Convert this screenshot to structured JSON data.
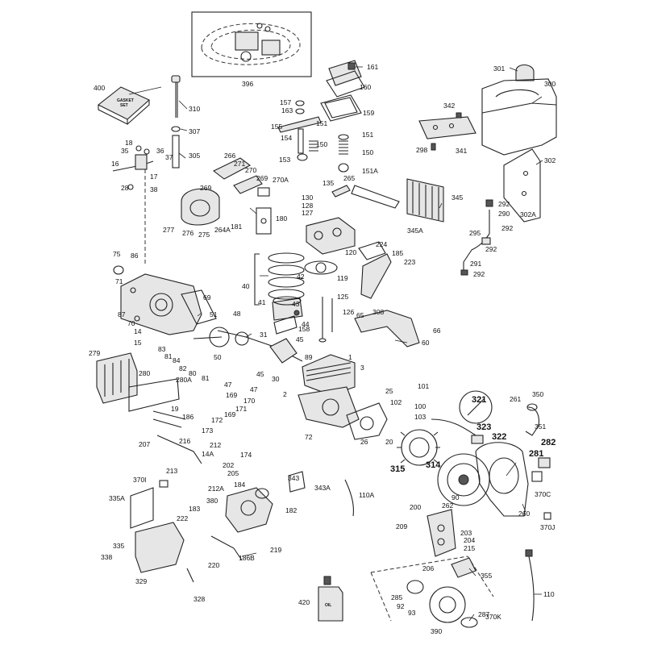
{
  "inset_label": "396",
  "box_texts": {
    "gasket_line1": "GASKET",
    "gasket_line2": "SET",
    "oil": "OIL"
  },
  "labels": [
    {
      "id": "l400",
      "text": "400"
    },
    {
      "id": "l310",
      "text": "310"
    },
    {
      "id": "l307",
      "text": "307"
    },
    {
      "id": "l305",
      "text": "305"
    },
    {
      "id": "l18",
      "text": "18"
    },
    {
      "id": "l35",
      "text": "35"
    },
    {
      "id": "l36",
      "text": "36"
    },
    {
      "id": "l37",
      "text": "37"
    },
    {
      "id": "l16",
      "text": "16"
    },
    {
      "id": "l17",
      "text": "17"
    },
    {
      "id": "l28",
      "text": "28"
    },
    {
      "id": "l38",
      "text": "38"
    },
    {
      "id": "l161",
      "text": "161"
    },
    {
      "id": "l160",
      "text": "160"
    },
    {
      "id": "l157",
      "text": "157"
    },
    {
      "id": "l163",
      "text": "163"
    },
    {
      "id": "l159",
      "text": "159"
    },
    {
      "id": "l155",
      "text": "155"
    },
    {
      "id": "l151a",
      "text": "151"
    },
    {
      "id": "l151b",
      "text": "151"
    },
    {
      "id": "l154",
      "text": "154"
    },
    {
      "id": "l150a",
      "text": "150"
    },
    {
      "id": "l150b",
      "text": "150"
    },
    {
      "id": "l153",
      "text": "153"
    },
    {
      "id": "l151A",
      "text": "151A"
    },
    {
      "id": "l301",
      "text": "301"
    },
    {
      "id": "l300",
      "text": "300"
    },
    {
      "id": "l342",
      "text": "342"
    },
    {
      "id": "l298",
      "text": "298"
    },
    {
      "id": "l341",
      "text": "341"
    },
    {
      "id": "l302",
      "text": "302"
    },
    {
      "id": "l266",
      "text": "266"
    },
    {
      "id": "l271",
      "text": "271"
    },
    {
      "id": "l270",
      "text": "270"
    },
    {
      "id": "l269a",
      "text": "269"
    },
    {
      "id": "l269b",
      "text": "269"
    },
    {
      "id": "l270A",
      "text": "270A"
    },
    {
      "id": "l265",
      "text": "265"
    },
    {
      "id": "l135",
      "text": "135"
    },
    {
      "id": "l345",
      "text": "345"
    },
    {
      "id": "l130",
      "text": "130"
    },
    {
      "id": "l128",
      "text": "128"
    },
    {
      "id": "l127",
      "text": "127"
    },
    {
      "id": "l292a",
      "text": "292"
    },
    {
      "id": "l290",
      "text": "290"
    },
    {
      "id": "l302A",
      "text": "302A"
    },
    {
      "id": "l277",
      "text": "277"
    },
    {
      "id": "l276",
      "text": "276"
    },
    {
      "id": "l275",
      "text": "275"
    },
    {
      "id": "l264A",
      "text": "264A"
    },
    {
      "id": "l181",
      "text": "181"
    },
    {
      "id": "l180",
      "text": "180"
    },
    {
      "id": "l345A",
      "text": "345A"
    },
    {
      "id": "l292b",
      "text": "292"
    },
    {
      "id": "l295",
      "text": "295"
    },
    {
      "id": "l292c",
      "text": "292"
    },
    {
      "id": "l75",
      "text": "75"
    },
    {
      "id": "l86",
      "text": "86"
    },
    {
      "id": "l71",
      "text": "71"
    },
    {
      "id": "l120",
      "text": "120"
    },
    {
      "id": "l224",
      "text": "224"
    },
    {
      "id": "l185",
      "text": "185"
    },
    {
      "id": "l223",
      "text": "223"
    },
    {
      "id": "l291",
      "text": "291"
    },
    {
      "id": "l292d",
      "text": "292"
    },
    {
      "id": "l40",
      "text": "40"
    },
    {
      "id": "l42",
      "text": "42"
    },
    {
      "id": "l119",
      "text": "119"
    },
    {
      "id": "l69",
      "text": "69"
    },
    {
      "id": "l87",
      "text": "87"
    },
    {
      "id": "l41",
      "text": "41"
    },
    {
      "id": "l43",
      "text": "43"
    },
    {
      "id": "l125",
      "text": "125"
    },
    {
      "id": "l126",
      "text": "126"
    },
    {
      "id": "l308",
      "text": "308"
    },
    {
      "id": "l65",
      "text": "65"
    },
    {
      "id": "l51",
      "text": "51"
    },
    {
      "id": "l48",
      "text": "48"
    },
    {
      "id": "l70",
      "text": "70"
    },
    {
      "id": "l14",
      "text": "14"
    },
    {
      "id": "l158",
      "text": "158"
    },
    {
      "id": "l66",
      "text": "66"
    },
    {
      "id": "l15",
      "text": "15"
    },
    {
      "id": "l31",
      "text": "31"
    },
    {
      "id": "l44",
      "text": "44"
    },
    {
      "id": "l45a",
      "text": "45"
    },
    {
      "id": "l60",
      "text": "60"
    },
    {
      "id": "l83",
      "text": "83"
    },
    {
      "id": "l81a",
      "text": "81"
    },
    {
      "id": "l84",
      "text": "84"
    },
    {
      "id": "l50",
      "text": "50"
    },
    {
      "id": "l279",
      "text": "279"
    },
    {
      "id": "l89",
      "text": "89"
    },
    {
      "id": "l1",
      "text": "1"
    },
    {
      "id": "l82",
      "text": "82"
    },
    {
      "id": "l80",
      "text": "80"
    },
    {
      "id": "l81b",
      "text": "81"
    },
    {
      "id": "l30",
      "text": "30"
    },
    {
      "id": "l45b",
      "text": "45"
    },
    {
      "id": "l3",
      "text": "3"
    },
    {
      "id": "l280",
      "text": "280"
    },
    {
      "id": "l280A",
      "text": "280A"
    },
    {
      "id": "l47a",
      "text": "47"
    },
    {
      "id": "l47b",
      "text": "47"
    },
    {
      "id": "l2",
      "text": "2"
    },
    {
      "id": "l25",
      "text": "25"
    },
    {
      "id": "l101",
      "text": "101"
    },
    {
      "id": "l169a",
      "text": "169"
    },
    {
      "id": "l170",
      "text": "170"
    },
    {
      "id": "l171",
      "text": "171"
    },
    {
      "id": "l169b",
      "text": "169"
    },
    {
      "id": "l102",
      "text": "102"
    },
    {
      "id": "l100",
      "text": "100"
    },
    {
      "id": "l321",
      "text": "321"
    },
    {
      "id": "l261",
      "text": "261"
    },
    {
      "id": "l350",
      "text": "350"
    },
    {
      "id": "l19",
      "text": "19"
    },
    {
      "id": "l186",
      "text": "186"
    },
    {
      "id": "l172",
      "text": "172"
    },
    {
      "id": "l103",
      "text": "103"
    },
    {
      "id": "l323",
      "text": "323"
    },
    {
      "id": "l351",
      "text": "351"
    },
    {
      "id": "l173",
      "text": "173"
    },
    {
      "id": "l72",
      "text": "72"
    },
    {
      "id": "l26",
      "text": "26"
    },
    {
      "id": "l20",
      "text": "20"
    },
    {
      "id": "l322",
      "text": "322"
    },
    {
      "id": "l282",
      "text": "282"
    },
    {
      "id": "l207",
      "text": "207"
    },
    {
      "id": "l216",
      "text": "216"
    },
    {
      "id": "l212",
      "text": "212"
    },
    {
      "id": "l174",
      "text": "174"
    },
    {
      "id": "l14A",
      "text": "14A"
    },
    {
      "id": "l315",
      "text": "315"
    },
    {
      "id": "l314",
      "text": "314"
    },
    {
      "id": "l281",
      "text": "281"
    },
    {
      "id": "l202",
      "text": "202"
    },
    {
      "id": "l213",
      "text": "213"
    },
    {
      "id": "l205",
      "text": "205"
    },
    {
      "id": "l343",
      "text": "343"
    },
    {
      "id": "l343A",
      "text": "343A"
    },
    {
      "id": "l370I",
      "text": "370I"
    },
    {
      "id": "l212A",
      "text": "212A"
    },
    {
      "id": "l184",
      "text": "184"
    },
    {
      "id": "l110A",
      "text": "110A"
    },
    {
      "id": "l90",
      "text": "90"
    },
    {
      "id": "l370C",
      "text": "370C"
    },
    {
      "id": "l335A",
      "text": "335A"
    },
    {
      "id": "l380",
      "text": "380"
    },
    {
      "id": "l183",
      "text": "183"
    },
    {
      "id": "l182",
      "text": "182"
    },
    {
      "id": "l222",
      "text": "222"
    },
    {
      "id": "l200",
      "text": "200"
    },
    {
      "id": "l262",
      "text": "262"
    },
    {
      "id": "l260",
      "text": "260"
    },
    {
      "id": "l370J",
      "text": "370J"
    },
    {
      "id": "l209",
      "text": "209"
    },
    {
      "id": "l203",
      "text": "203"
    },
    {
      "id": "l204",
      "text": "204"
    },
    {
      "id": "l215",
      "text": "215"
    },
    {
      "id": "l335",
      "text": "335"
    },
    {
      "id": "l219",
      "text": "219"
    },
    {
      "id": "l186B",
      "text": "186B"
    },
    {
      "id": "l338",
      "text": "338"
    },
    {
      "id": "l220",
      "text": "220"
    },
    {
      "id": "l206",
      "text": "206"
    },
    {
      "id": "l355",
      "text": "355"
    },
    {
      "id": "l329",
      "text": "329"
    },
    {
      "id": "l328",
      "text": "328"
    },
    {
      "id": "l110",
      "text": "110"
    },
    {
      "id": "l420",
      "text": "420"
    },
    {
      "id": "l285",
      "text": "285"
    },
    {
      "id": "l92",
      "text": "92"
    },
    {
      "id": "l93",
      "text": "93"
    },
    {
      "id": "l287",
      "text": "287"
    },
    {
      "id": "l370K",
      "text": "370K"
    },
    {
      "id": "l390",
      "text": "390"
    }
  ]
}
